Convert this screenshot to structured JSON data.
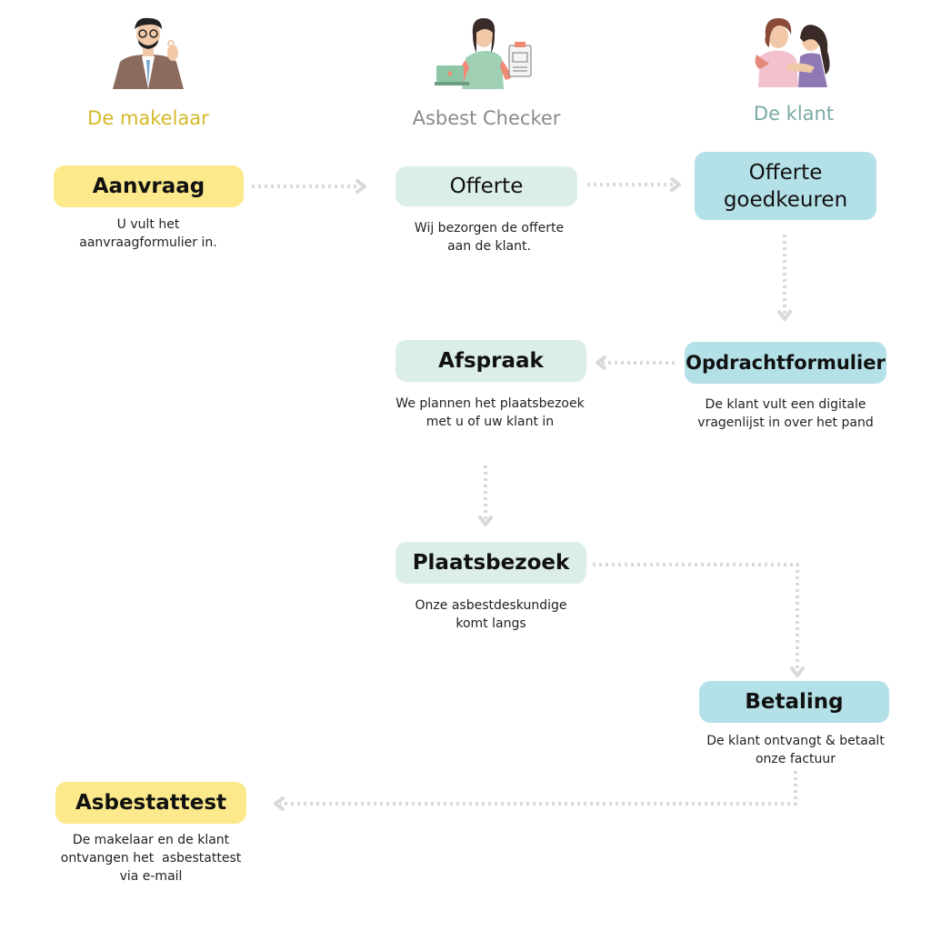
{
  "columns": {
    "makelaar": {
      "title": "De makelaar",
      "color": "#d4b928"
    },
    "checker": {
      "title": "Asbest Checker",
      "color": "#8a8a8a"
    },
    "klant": {
      "title": "De klant",
      "color": "#79a9a3"
    }
  },
  "steps": {
    "aanvraag": {
      "title": "Aanvraag",
      "desc": "U vult het aanvraagformulier in."
    },
    "offerte": {
      "title": "Offerte",
      "desc": "Wij bezorgen de offerte aan de klant."
    },
    "offerte_goedkeuren": {
      "title": "Offerte goedkeuren",
      "desc": ""
    },
    "opdrachtformulier": {
      "title": "Opdrachtformulier",
      "desc": "De klant vult een digitale vragenlijst in over het pand"
    },
    "afspraak": {
      "title": "Afspraak",
      "desc": "We plannen het plaatsbezoek met u of uw klant in"
    },
    "plaatsbezoek": {
      "title": "Plaatsbezoek",
      "desc": "Onze asbestdeskundige komt langs"
    },
    "betaling": {
      "title": "Betaling",
      "desc": "De klant ontvangt & betaalt onze factuur"
    },
    "asbestattest": {
      "title": "Asbestattest",
      "desc": "De makelaar en de klant ontvangen het  asbestattest via e-mail"
    }
  },
  "colors": {
    "yellow_box": "#fbe98b",
    "mint_box": "#dceee8",
    "cyan_box": "#b4e0e7",
    "arrow": "#d9d9d9"
  }
}
